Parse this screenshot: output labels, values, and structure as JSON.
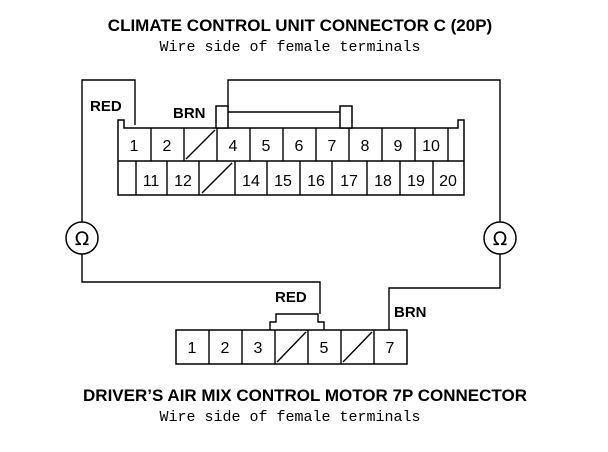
{
  "top_connector": {
    "title": "CLIMATE CONTROL UNIT CONNECTOR C (20P)",
    "subtitle": "Wire side of female terminals",
    "row1_pins": [
      "1",
      "2",
      "",
      "4",
      "5",
      "6",
      "7",
      "8",
      "9",
      "10"
    ],
    "row2_pins": [
      "",
      "11",
      "12",
      "",
      "14",
      "15",
      "16",
      "17",
      "18",
      "19",
      "20"
    ]
  },
  "bottom_connector": {
    "title": "DRIVER’S AIR MIX CONTROL MOTOR 7P CONNECTOR",
    "subtitle": "Wire side of female terminals",
    "pins": [
      "1",
      "2",
      "3",
      "",
      "5",
      "",
      "7"
    ]
  },
  "wires": {
    "red_top": "RED",
    "brn_top": "BRN",
    "red_bottom": "RED",
    "brn_bottom": "BRN"
  },
  "meters": {
    "left_symbol": "Ω",
    "right_symbol": "Ω"
  }
}
